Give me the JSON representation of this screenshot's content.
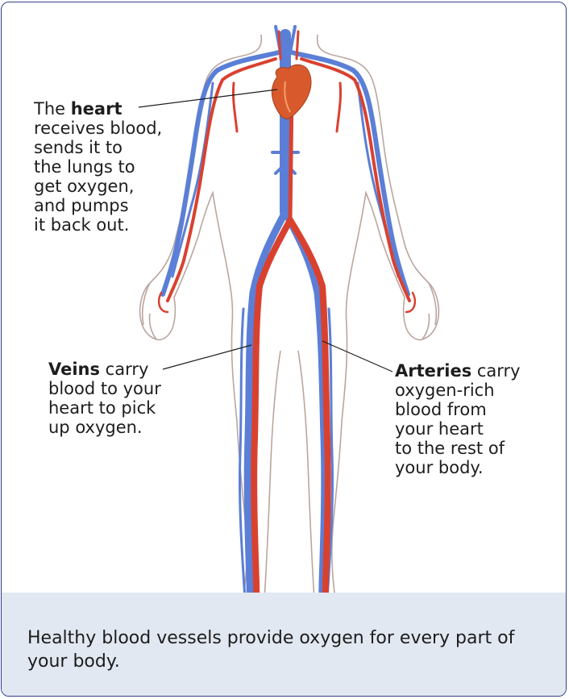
{
  "labels": {
    "heart": {
      "bold": "heart",
      "pre": "The ",
      "lines": [
        "receives blood,",
        "sends it to",
        "the lungs to",
        "get oxygen,",
        "and pumps",
        "it back out."
      ]
    },
    "veins": {
      "bold": "Veins",
      "rest": " carry",
      "lines": [
        "blood to your",
        "heart to pick",
        "up oxygen."
      ]
    },
    "arteries": {
      "bold": "Arteries",
      "rest": " carry",
      "lines": [
        "oxygen-rich",
        "blood from",
        "your heart",
        "to the rest of",
        "your body."
      ]
    }
  },
  "caption": "Healthy blood vessels provide oxygen for every part of your body.",
  "colors": {
    "frame": "#2f3e8c",
    "caption_bg": "#e2e8f1",
    "vein": "#5b7fd6",
    "artery": "#d9412f",
    "outline": "#b9a69e",
    "heart": "#d85a2c"
  }
}
